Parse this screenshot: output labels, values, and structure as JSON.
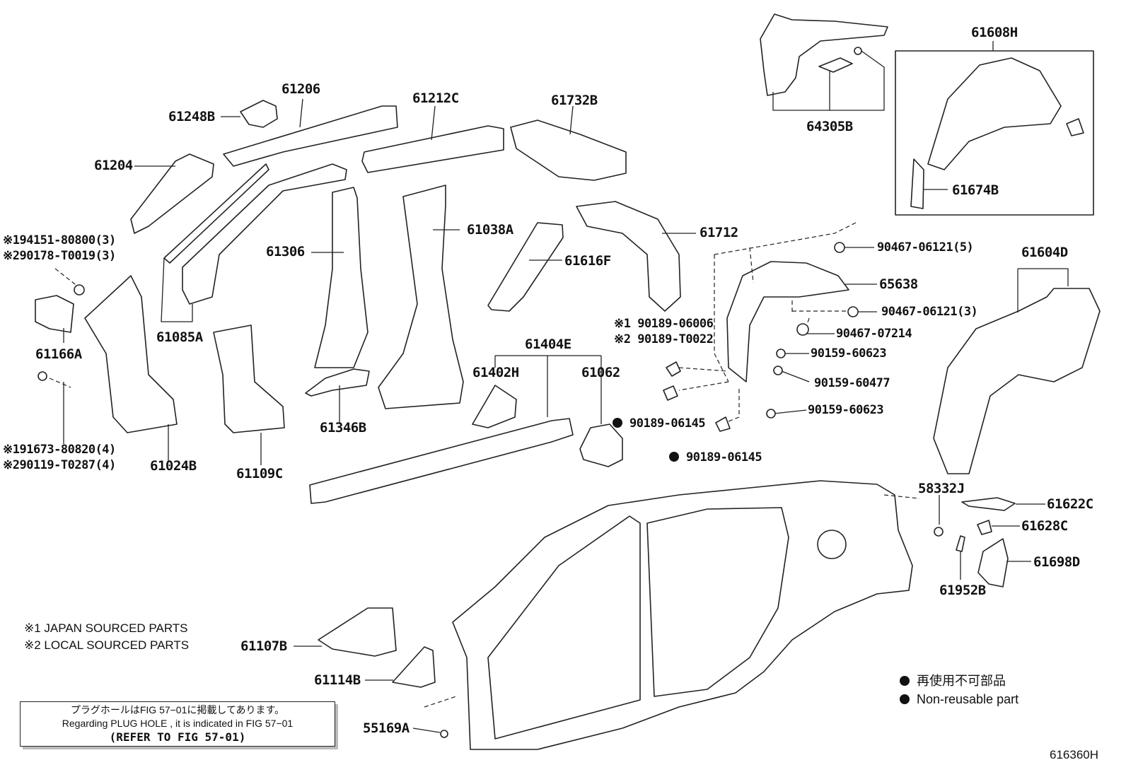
{
  "parts": {
    "p61206": "61206",
    "p61248B": "61248B",
    "p61212C": "61212C",
    "p61732B": "61732B",
    "p61204": "61204",
    "p64305B": "64305B",
    "p61608H": "61608H",
    "p61674B": "61674B",
    "p61038A": "61038A",
    "p61306": "61306",
    "p61616F": "61616F",
    "p61712": "61712",
    "p61085A": "61085A",
    "p61166A": "61166A",
    "p61024B": "61024B",
    "p61109C": "61109C",
    "p61346B": "61346B",
    "p61404E": "61404E",
    "p61402H": "61402H",
    "p61062": "61062",
    "p65638": "65638",
    "p61604D": "61604D",
    "p58332J": "58332J",
    "p61622C": "61622C",
    "p61628C": "61628C",
    "p61698D": "61698D",
    "p61952B": "61952B",
    "p61107B": "61107B",
    "p61114B": "61114B",
    "p55169A": "55169A"
  },
  "fasteners": {
    "f194151": "※194151-80800(3)",
    "f290178": "※290178-T0019(3)",
    "f191673": "※191673-80820(4)",
    "f290119": "※290119-T0287(4)",
    "f90467a": "90467-06121(5)",
    "f90467b": "90467-06121(3)",
    "f90467c": "90467-07214",
    "f90159a": "90159-60623",
    "f90159b": "90159-60477",
    "f90159c": "90159-60623",
    "f190189": "※1 90189-06006",
    "f290189": "※2 90189-T0022",
    "f90189a": "90189-06145",
    "f90189b": "90189-06145"
  },
  "notes": {
    "japan": "※1 JAPAN SOURCED PARTS",
    "local": "※2 LOCAL SOURCED PARTS"
  },
  "legend": {
    "jp": "再使用不可部品",
    "en": "Non-reusable part"
  },
  "plug_box": {
    "line1": "プラグホールはFIG 57−01に掲載してあります。",
    "line2": "Regarding  PLUG  HOLE , it is indicated in FIG  57−01",
    "line3": "(REFER TO FIG 57-01)"
  },
  "figure_number": "616360H"
}
